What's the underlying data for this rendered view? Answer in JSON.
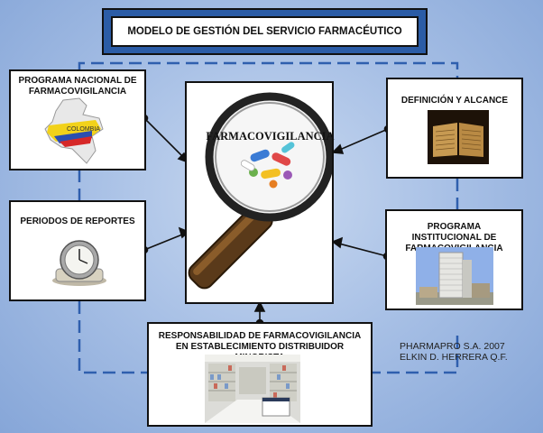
{
  "title": "MODELO DE GESTIÓN DEL SERVICIO FARMACÉUTICO",
  "center": {
    "label": "FARMACOVIGILANCIA"
  },
  "nodes": {
    "programa_nacional": "PROGRAMA NACIONAL DE FARMACOVIGILANCIA",
    "definicion": "DEFINICIÓN Y ALCANCE",
    "periodos": "PERIODOS DE REPORTES",
    "programa_institucional": "PROGRAMA INSTITUCIONAL DE FARMACOVIGILANCIA",
    "responsabilidad": "RESPONSABILIDAD DE FARMACOVIGILANCIA EN ESTABLECIMIENTO DISTRIBUIDOR MINORISTA"
  },
  "map_label": "COLOMBIA",
  "credits": {
    "line1": "PHARMAPRO S.A. 2007",
    "line2": "ELKIN D. HERRERA Q.F."
  },
  "colors": {
    "title_frame": "#2b5ca6",
    "dashed_line": "#2f5fae",
    "background": "#a9c1e6"
  },
  "icons": {
    "magnifier": "magnifier-icon",
    "clock": "clock-icon",
    "book": "book-icon",
    "building": "building-icon",
    "map": "colombia-map-icon"
  }
}
